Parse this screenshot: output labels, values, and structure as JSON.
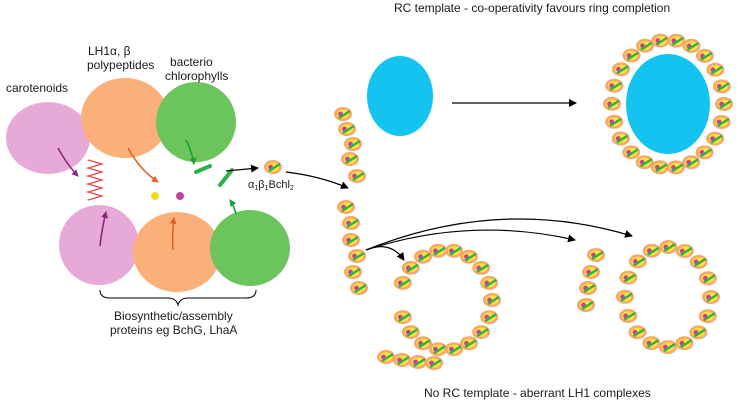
{
  "labels": {
    "rc_template_title": "RC template - co-operativity favours ring completion",
    "no_rc_title": "No RC template - aberrant LH1 complexes",
    "lh1_line1": "LH1α, β",
    "lh1_line2": "polypeptides",
    "bchl_line1": "bacterio",
    "bchl_line2": "chlorophylls",
    "carotenoids": "carotenoids",
    "subunit_a": "α",
    "subunit_sub1": "1",
    "subunit_b": "β",
    "subunit_sub2": "1",
    "subunit_bchl": "Bchl",
    "subunit_sub3": "2",
    "biosynth_line1": "Biosynthetic/assembly",
    "biosynth_line2": "proteins eg BchG, LhaA"
  },
  "colors": {
    "pink": "#e7a9d8",
    "orange": "#fbb07a",
    "green": "#6cc45c",
    "rc_blue": "#14c3f0",
    "yellow": "#ffe43a",
    "magenta": "#c4439a",
    "bchl_green": "#2db24a",
    "dark_orange_arrow": "#e0632a",
    "purple_arrow": "#8a2b7a"
  },
  "icons": {
    "carotenoid": "zigzag-carotenoid-icon",
    "subunit": "lh1-subunit-icon",
    "rc": "reaction-centre-icon"
  }
}
